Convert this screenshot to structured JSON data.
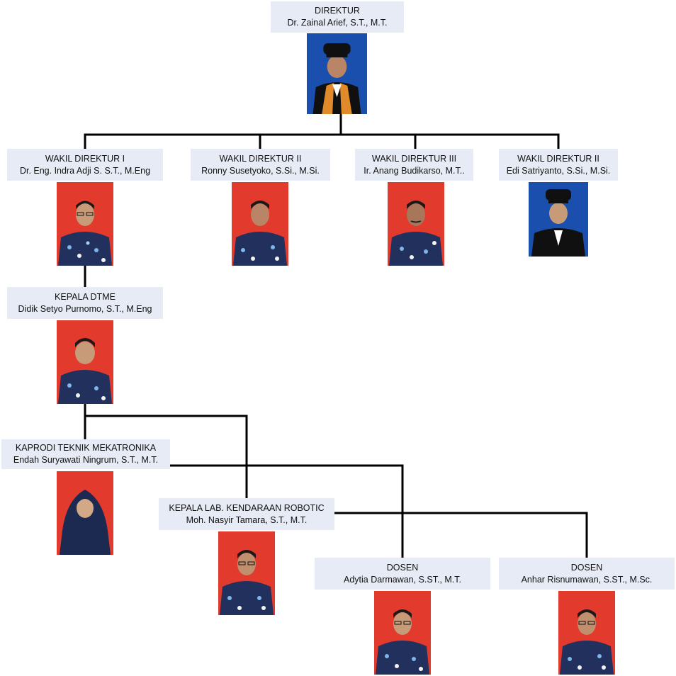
{
  "colors": {
    "label_bg": "#e6ebf5",
    "line": "#000000",
    "photo_red": "#e23a2c",
    "photo_blue": "#1b4fae"
  },
  "people": {
    "direktur": {
      "title": "DIREKTUR",
      "name": "Dr. Zainal Arief, S.T., M.T."
    },
    "wadir1": {
      "title": "WAKIL DIREKTUR I",
      "name": "Dr. Eng. Indra Adji S. S.T., M.Eng"
    },
    "wadir2": {
      "title": "WAKIL DIREKTUR II",
      "name": "Ronny Susetyoko, S.Si., M.Si."
    },
    "wadir3": {
      "title": "WAKIL DIREKTUR III",
      "name": "Ir. Anang Budikarso, M.T.."
    },
    "wadir4": {
      "title": "WAKIL DIREKTUR II",
      "name": "Edi Satriyanto, S.Si., M.Si."
    },
    "kepala_dtme": {
      "title": "KEPALA DTME",
      "name": "Didik Setyo Purnomo, S.T., M.Eng"
    },
    "kaprodi": {
      "title": "KAPRODI TEKNIK MEKATRONIKA",
      "name": "Endah Suryawati Ningrum, S.T., M.T."
    },
    "kepala_lab": {
      "title": "KEPALA LAB. KENDARAAN ROBOTIC",
      "name": "Moh. Nasyir Tamara, S.T., M.T."
    },
    "dosen1": {
      "title": "DOSEN",
      "name": "Adytia Darmawan, S.ST., M.T."
    },
    "dosen2": {
      "title": "DOSEN",
      "name": "Anhar Risnumawan, S.ST., M.Sc."
    }
  }
}
